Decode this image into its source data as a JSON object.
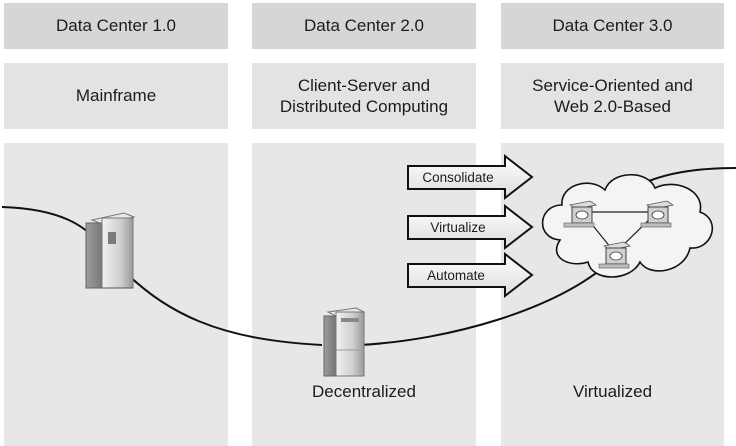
{
  "columns": [
    {
      "header": "Data Center 1.0",
      "subheader": "Mainframe",
      "caption": ""
    },
    {
      "header": "Data Center 2.0",
      "subheader": "Client-Server and\nDistributed Computing",
      "caption": "Decentralized"
    },
    {
      "header": "Data Center 3.0",
      "subheader": "Service-Oriented and\nWeb 2.0-Based",
      "caption": "Virtualized"
    }
  ],
  "arrows": [
    "Consolidate",
    "Virtualize",
    "Automate"
  ],
  "icons": {
    "mainframe": "mainframe-server-icon",
    "tower": "tower-server-icon",
    "cloud": "cloud-icon",
    "node": "virtual-node-icon"
  },
  "colors": {
    "panel": "#e7e7e7",
    "header": "#d6d6d6",
    "line": "#111111",
    "server_light": "#d9d9d9",
    "server_dark": "#8f8f8f"
  }
}
